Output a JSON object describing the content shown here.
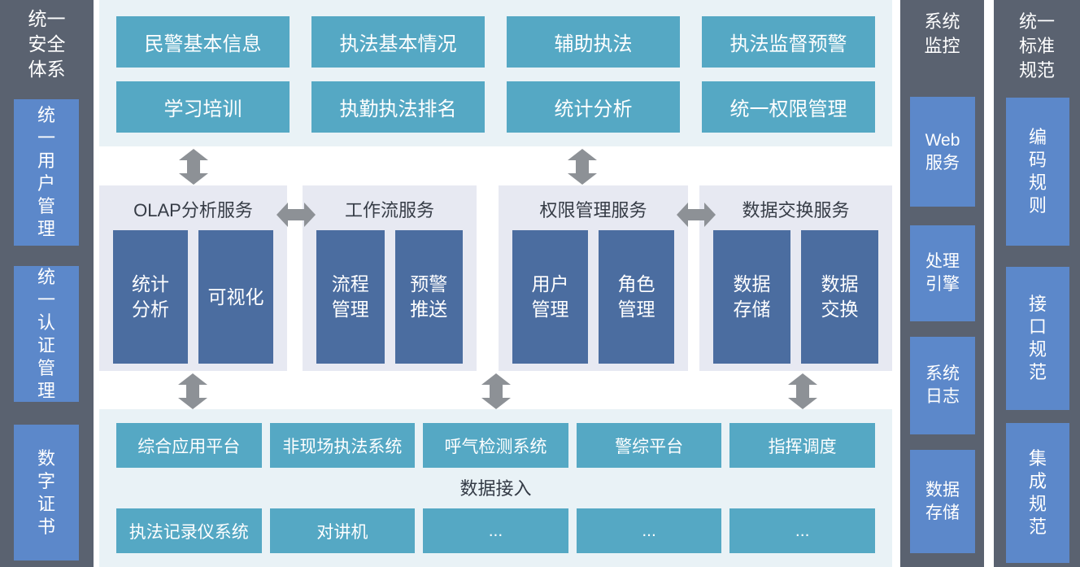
{
  "left_panel": {
    "title": "统一安全体系",
    "items": [
      "统一用户管理",
      "统一认证管理",
      "数字证书"
    ]
  },
  "top_apps": {
    "row1": [
      "民警基本信息",
      "执法基本情况",
      "辅助执法",
      "执法监督预警"
    ],
    "row2": [
      "学习培训",
      "执勤执法排名",
      "统计分析",
      "统一权限管理"
    ]
  },
  "services": [
    {
      "title": "OLAP分析服务",
      "items": [
        "统计分析",
        "可视化"
      ]
    },
    {
      "title": "工作流服务",
      "items": [
        "流程管理",
        "预警推送"
      ]
    },
    {
      "title": "权限管理服务",
      "items": [
        "用户管理",
        "角色管理"
      ]
    },
    {
      "title": "数据交换服务",
      "items": [
        "数据存储",
        "数据交换"
      ]
    }
  ],
  "access_layer": {
    "row1": [
      "综合应用平台",
      "非现场执法系统",
      "呼气检测系统",
      "警综平台",
      "指挥调度"
    ],
    "label": "数据接入",
    "row2": [
      "执法记录仪系统",
      "对讲机",
      "...",
      "...",
      "..."
    ]
  },
  "monitor_panel": {
    "title": "系统监控",
    "items": [
      "Web服务",
      "处理引擎",
      "系统日志",
      "数据存储"
    ]
  },
  "standard_panel": {
    "title": "统一标准规范",
    "items": [
      "编码规则",
      "接口规范",
      "集成规范"
    ]
  },
  "colors": {
    "side_panel_bg": "#5a6270",
    "side_item_blue": "#5c88ca",
    "teal_box": "#55a8c4",
    "light_band_bg": "#e9f2f6",
    "service_panel_bg": "#e7e9f2",
    "service_box_blue": "#4b6da0",
    "arrow_gray": "#8d9196",
    "dark_text": "#363c46"
  }
}
